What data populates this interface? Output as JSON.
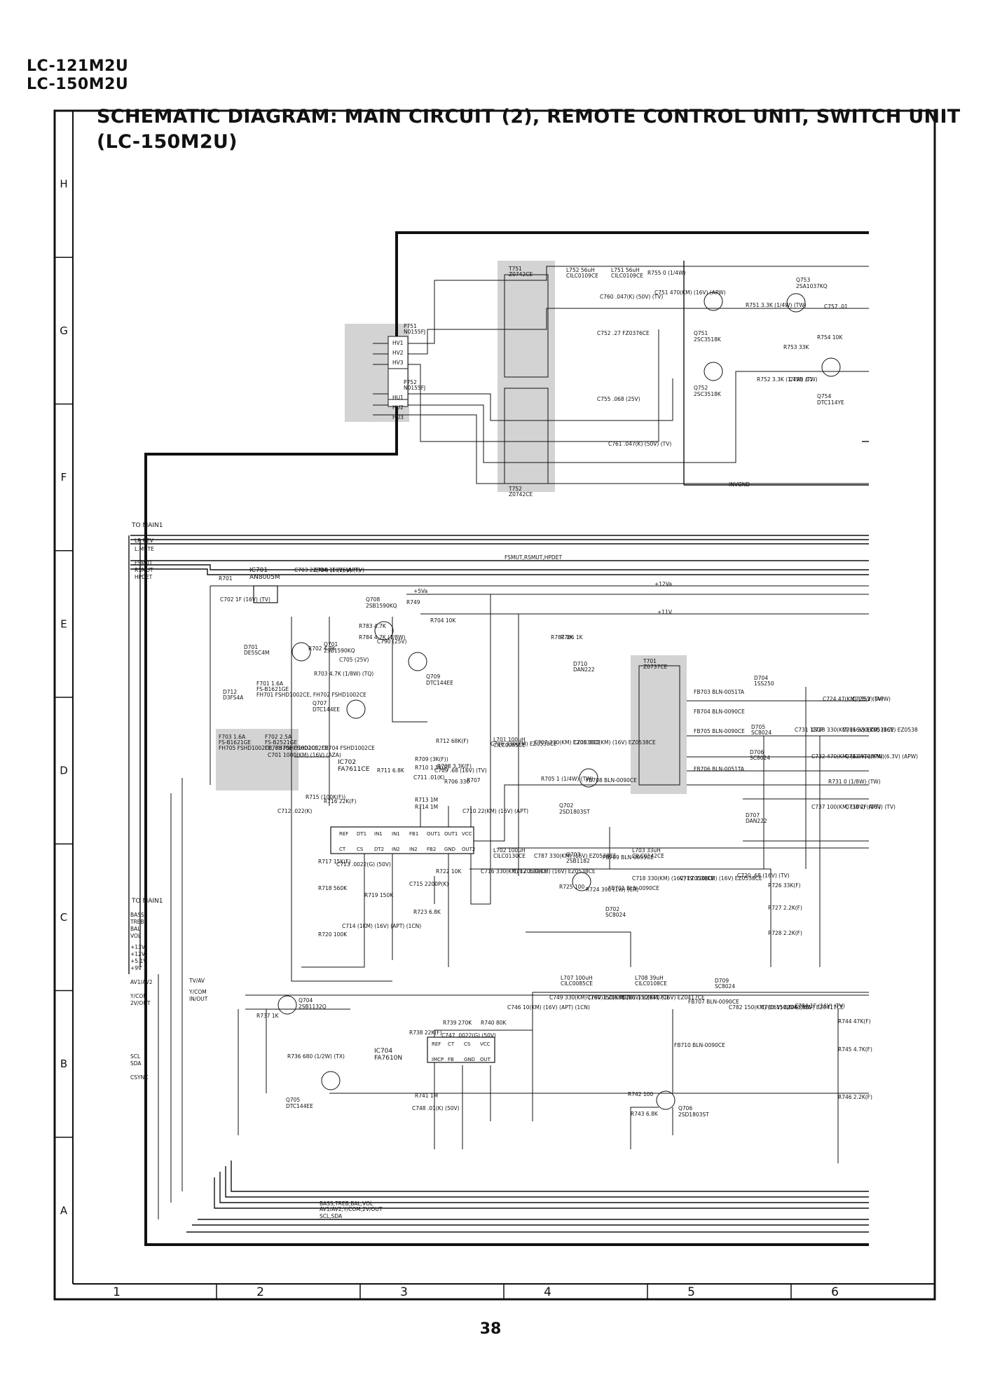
{
  "header": {
    "models": [
      "LC-121M2U",
      "LC-150M2U"
    ],
    "title_line1": "SCHEMATIC DIAGRAM: MAIN CIRCUIT (2), REMOTE CONTROL UNIT, SWITCH UNIT",
    "title_line2": "(LC-150M2U)"
  },
  "frame": {
    "row_labels": [
      "H",
      "G",
      "F",
      "E",
      "D",
      "C",
      "B",
      "A"
    ],
    "column_labels": [
      "1",
      "2",
      "3",
      "4",
      "5",
      "6"
    ]
  },
  "page_number": "38",
  "connectors": {
    "to_main_top": "TO MAIN1",
    "top_signals": [
      "LR REV",
      "L.MUTE",
      "FSMUT",
      "RSMUT",
      "HPDET"
    ],
    "to_main_bottom": "TO MAIN1",
    "bottom_signals": [
      "BASS",
      "TREB",
      "BAL",
      "VOL",
      "+13V",
      "+12V",
      "+5.1V",
      "+9V",
      "AV1/AV2",
      "Y/COM",
      "2V/OUT",
      "SCL",
      "SDA",
      "CSYNC"
    ],
    "bus_labels": [
      "FSMUT,RSMUT,HPDET",
      "INVGND",
      "TV/AV",
      "Y/COM",
      "IN/OUT",
      "BASS,TREB,BAL,VOL",
      "AV1/AV2,Y/COM,2V/OUT",
      "SCL,SDA"
    ],
    "rail_labels": [
      "+5Va",
      "+12Va",
      "+11V"
    ],
    "plug_labels": [
      "HV1",
      "HV2",
      "HV3",
      "HU1",
      "HU2",
      "HU3"
    ],
    "plug_names": [
      "P751",
      "N0155FJ",
      "P752",
      "N0155FJ"
    ]
  },
  "components": {
    "transformers": [
      {
        "ref": "T751",
        "part": "Z0742CE"
      },
      {
        "ref": "T752",
        "part": "Z0742CE"
      },
      {
        "ref": "T701",
        "part": "Z0737CE"
      }
    ],
    "ics": [
      {
        "ref": "IC701",
        "part": "AN8005M"
      },
      {
        "ref": "IC702",
        "part": "FA7611CE"
      },
      {
        "ref": "IC704",
        "part": "FA7610N"
      }
    ],
    "ic702_pins_top": [
      "REF",
      "DT1",
      "IN1",
      "IN1",
      "FB1",
      "OUT1",
      "OUT1",
      "VCC"
    ],
    "ic702_pins_bottom": [
      "CT",
      "CS",
      "DT2",
      "IN2",
      "IN2",
      "FB2",
      "GND",
      "OUT2"
    ],
    "ic704_pins_top": [
      "REF",
      "CT",
      "CS",
      "VCC"
    ],
    "ic704_pins_bottom": [
      "IMCP",
      "FB",
      "GND",
      "OUT"
    ],
    "transistors": [
      {
        "ref": "Q751",
        "part": "2SC3518K"
      },
      {
        "ref": "Q752",
        "part": "2SC3518K"
      },
      {
        "ref": "Q753",
        "part": "2SA1037KQ"
      },
      {
        "ref": "Q754",
        "part": "DTC114YE"
      },
      {
        "ref": "Q708",
        "part": "2SB1590KQ"
      },
      {
        "ref": "Q701",
        "part": "2SB1590KQ"
      },
      {
        "ref": "Q709",
        "part": "DTC144EE"
      },
      {
        "ref": "Q707",
        "part": "DTC144EE"
      },
      {
        "ref": "Q702",
        "part": "2SD1803ST"
      },
      {
        "ref": "Q703",
        "part": "2SB1182"
      },
      {
        "ref": "Q704",
        "part": "2SB1132Q"
      },
      {
        "ref": "Q705",
        "part": "DTC144EE"
      },
      {
        "ref": "Q706",
        "part": "2SD1803ST"
      }
    ],
    "diodes": [
      {
        "ref": "D701",
        "part": "DE5SC4M"
      },
      {
        "ref": "D712",
        "part": "D3FS4A"
      },
      {
        "ref": "D710",
        "part": "DAN222"
      },
      {
        "ref": "D704",
        "part": "1SS250"
      },
      {
        "ref": "D705",
        "part": "SC8024"
      },
      {
        "ref": "D706",
        "part": "SC8024"
      },
      {
        "ref": "D707",
        "part": "DAN222"
      },
      {
        "ref": "D702",
        "part": "SC8024"
      },
      {
        "ref": "D709",
        "part": "SC8024"
      }
    ],
    "fuses": [
      {
        "ref": "F701",
        "value": "1.6A",
        "part": "FS-B1621GE",
        "holders": "FH701 FSHD1002CE, FH702 FSHD1002CE"
      },
      {
        "ref": "F702",
        "value": "2.5A",
        "part": "FS-B2521GE",
        "holders": "FH703 FSHD1002CE, FH704 FSHD1002CE"
      },
      {
        "ref": "F703",
        "value": "1.6A",
        "part": "FS-B1621GE",
        "holders": "FH705 FSHD1002CE, FH706 FSHD1002CE"
      }
    ],
    "inductors": [
      {
        "ref": "L752",
        "value": "56uH",
        "part": "CILC0109CE"
      },
      {
        "ref": "L751",
        "value": "56uH",
        "part": "CILC0109CE"
      },
      {
        "ref": "L701",
        "value": "100uH",
        "part": "CILC0085CE"
      },
      {
        "ref": "L702",
        "value": "100uH",
        "part": "CILC0130CE"
      },
      {
        "ref": "L703",
        "value": "33uH",
        "part": "CILC0142CE"
      },
      {
        "ref": "L707",
        "value": "100uH",
        "part": "CILC0085CE"
      },
      {
        "ref": "L708",
        "value": "39uH",
        "part": "CILC0108CE"
      }
    ],
    "ferrite_beads": [
      "FB703 BLN-0051TA",
      "FB704 BLN-0090CE",
      "FB705 BLN-0090CE",
      "FB706 BLN-0051TA",
      "FB708 BLN-0090CE",
      "FB709 BLN-0095CE",
      "FB701 BLN-0090CE",
      "FB707 BLN-0090CE",
      "FB710 BLN-0090CE"
    ],
    "resistors": [
      "R755 0 (1/4W)",
      "R751 3.3K (1/4W) (TW)",
      "R752 3.3K (1/4W) (TW)",
      "R753 33K",
      "R754 10K",
      "R701",
      "R749",
      "R704 10K",
      "R783 4.7K",
      "R784 4.7K (1/8W)",
      "R702 4.7K",
      "R703 4.7K (1/8W) (TQ)",
      "R787 1K",
      "R786 1K",
      "R712 68K(F)",
      "R709 (3K(F))",
      "R710 1.5K(F)",
      "R708 3.3K(F)",
      "R711 6.8K",
      "R706 330",
      "R707",
      "R705 1 (1/4W) (TW)",
      "R715 (100K(F))",
      "R716 22K(F)",
      "R713 1M",
      "R714 1M",
      "R717 15K(F)",
      "R718 560K",
      "R719 150K",
      "R720 100K",
      "R722 10K",
      "R723 6.8K",
      "R725 100",
      "R724 390 (1W) (CR)",
      "R726 33K(F)",
      "R727 2.2K(F)",
      "R728 2.2K(F)",
      "R731 0 (1/8W) (TW)",
      "R737 1K",
      "R736 680 (1/2W) (TX)",
      "R739 270K",
      "R738 22K(F)",
      "R740 80K",
      "R741 1M",
      "R742 100",
      "R743 6.8K",
      "R744 47K(F)",
      "R745 4.7K(F)",
      "R746 2.2K(F)"
    ],
    "capacitors": [
      "C760 .047(K) (50V) (TV)",
      "C751 470(KM) (16V) (APW)",
      "C752 .27 FZ0376CE",
      "C757 .01",
      "C758 .01",
      "C755 .068 (25V)",
      "C761 .047(K) (50V) (TV)",
      "C703 22(KM) (16V) (APT)",
      "C704 1F (16V) (TV)",
      "C702 1F (16V) (TV)",
      "C790 (25V)",
      "C705 (25V)",
      "C701 1000(KM) (16V) (AZA)",
      "C706 330(KM) EZ0538CE",
      "C707 330(KM) EZ0538CE",
      "C708 330(KM) (16V) EZ0538CE",
      "C709 .68 (16V) (TV)",
      "C711 .01(K)",
      "C710 22(KM) (16V) (APT)",
      "C712 .022(K)",
      "C713 .0022(G) (50V)",
      "C714 (1KM) (16V) (APT) (1CN)",
      "C715 2200P(K)",
      "C716 330(KM) EZ0538CE",
      "C717 330(KM) (16V) EZ0538CE",
      "C787 330(KM) (16V) EZ0538CE",
      "C718 330(KM) (16V) EZ0538CE",
      "C719 330(KM) (16V) EZ0538CE",
      "C720 .68 (16V) (TV)",
      "C724 47(KM) (35V) (APW)",
      "C725 1 (TV)",
      "C731 180P",
      "C728 330(KM) (16V) EZ0538CE",
      "C786 330(KM) (16V) EZ0538",
      "C732 470(KM) (6.3V) (APW)",
      "C733 470(KM) (6.3V) (APW)",
      "C737 100(KM) (10V) (APT)",
      "C738 1F (16V) (TV)",
      "C749 330(KM) (16V) EZ0538CE",
      "C780 150(KM) (16V) EZ0417CE",
      "C781 150(KM) (16V) EZ0417CE",
      "C782 150(KM) (16V) EZ0417CE",
      "C783 150(KM) (16V) EZ0417CE",
      "C784 1F (16V) (TV)",
      "C747 .0022(G) (50V)",
      "C746 10(KM) (16V) (APT) (1CN)",
      "C748 .01(K) (50V)"
    ]
  }
}
